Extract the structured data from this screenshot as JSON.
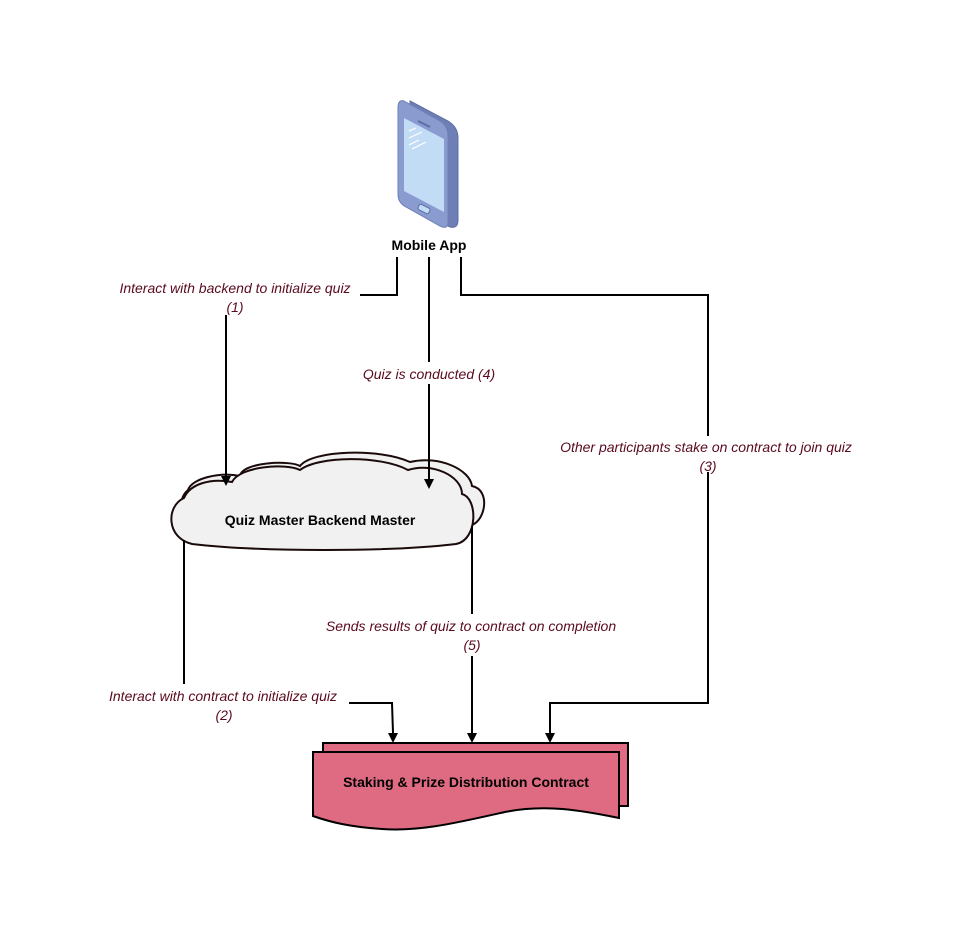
{
  "nodes": {
    "mobile_app": {
      "label": "Mobile App",
      "icon": "smartphone-icon",
      "body_color": "#8a9bd0",
      "screen_color": "#c3dcf5"
    },
    "backend": {
      "label": "Quiz Master Backend Master",
      "shape": "cloud",
      "fill_color": "#f1f1f1"
    },
    "contract": {
      "label": "Staking & Prize Distribution Contract",
      "shape": "multi-document",
      "fill_color": "#de6b82"
    }
  },
  "edges": [
    {
      "id": "1",
      "from": "Mobile App",
      "to": "Quiz Master Backend Master",
      "line1": "Interact with backend to initialize quiz",
      "line2": "(1)"
    },
    {
      "id": "2",
      "from": "Quiz Master Backend Master",
      "to": "Staking & Prize Distribution Contract",
      "line1": "Interact with contract to initialize quiz",
      "line2": "(2)"
    },
    {
      "id": "3",
      "from": "Mobile App",
      "to": "Staking & Prize Distribution Contract",
      "line1": "Other participants stake on contract to join quiz",
      "line2": "(3)"
    },
    {
      "id": "4",
      "from": "Mobile App",
      "to": "Quiz Master Backend Master",
      "line1": "Quiz is conducted (4)",
      "line2": ""
    },
    {
      "id": "5",
      "from": "Quiz Master Backend Master",
      "to": "Staking & Prize Distribution Contract",
      "line1": "Sends results of quiz to contract on completion",
      "line2": "(5)"
    }
  ],
  "colors": {
    "edge_label": "#5a0a1e",
    "line": "#000000"
  }
}
